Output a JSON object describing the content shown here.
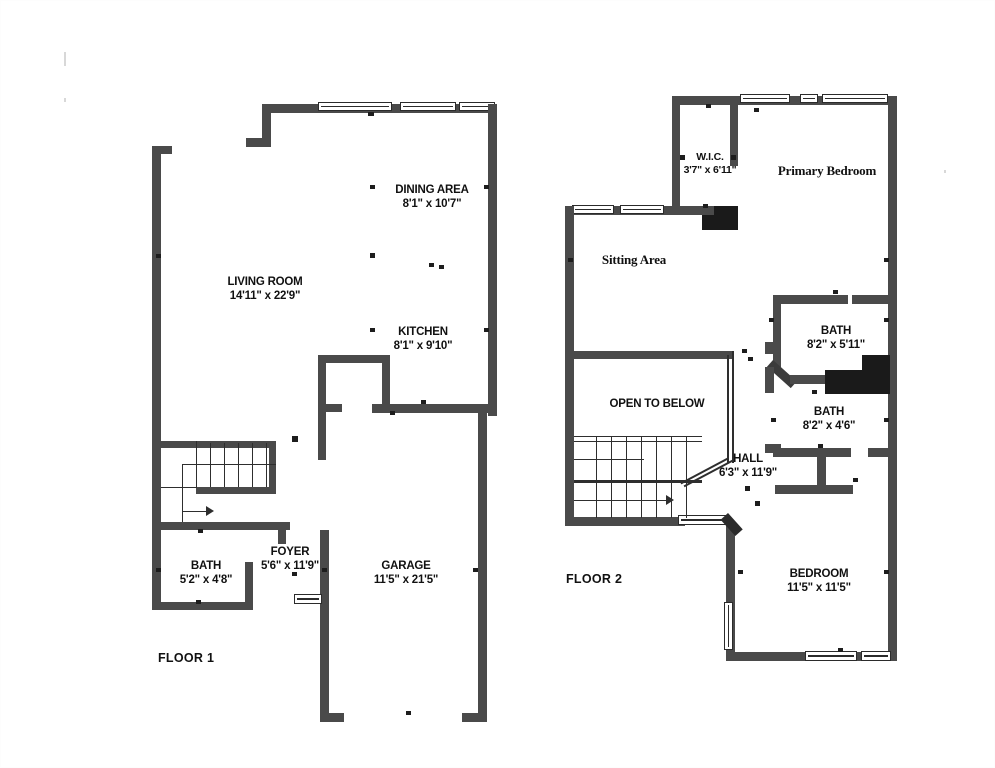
{
  "document": {
    "type": "floor-plan",
    "background_color": "#ffffff",
    "wall_color": "#4a4a4a",
    "text_color": "#111111"
  },
  "floors": [
    {
      "id": "floor-1",
      "label": "FLOOR 1",
      "rooms": [
        {
          "id": "living-room",
          "name": "LIVING ROOM",
          "dimensions": "14'11\" x 22'9\"",
          "style": "sans"
        },
        {
          "id": "dining-area",
          "name": "DINING AREA",
          "dimensions": "8'1\" x 10'7\"",
          "style": "sans"
        },
        {
          "id": "kitchen",
          "name": "KITCHEN",
          "dimensions": "8'1\" x 9'10\"",
          "style": "sans"
        },
        {
          "id": "bath-1",
          "name": "BATH",
          "dimensions": "5'2\" x 4'8\"",
          "style": "sans"
        },
        {
          "id": "foyer",
          "name": "FOYER",
          "dimensions": "5'6\" x 11'9\"",
          "style": "sans"
        },
        {
          "id": "garage",
          "name": "GARAGE",
          "dimensions": "11'5\" x 21'5\"",
          "style": "sans"
        }
      ]
    },
    {
      "id": "floor-2",
      "label": "FLOOR 2",
      "rooms": [
        {
          "id": "primary-bedroom",
          "name": "Primary Bedroom",
          "dimensions": "",
          "style": "serif"
        },
        {
          "id": "wic",
          "name": "W.I.C.",
          "dimensions": "3'7\" x 6'11\"",
          "style": "sans"
        },
        {
          "id": "sitting-area",
          "name": "Sitting Area",
          "dimensions": "",
          "style": "serif"
        },
        {
          "id": "open-to-below",
          "name": "OPEN TO BELOW",
          "dimensions": "",
          "style": "sans"
        },
        {
          "id": "hall",
          "name": "HALL",
          "dimensions": "6'3\" x 11'9\"",
          "style": "sans"
        },
        {
          "id": "bath-2",
          "name": "BATH",
          "dimensions": "8'2\" x 5'11\"",
          "style": "sans"
        },
        {
          "id": "bath-3",
          "name": "BATH",
          "dimensions": "8'2\" x 4'6\"",
          "style": "sans"
        },
        {
          "id": "bedroom-2",
          "name": "BEDROOM",
          "dimensions": "11'5\" x 11'5\"",
          "style": "sans"
        }
      ]
    }
  ]
}
